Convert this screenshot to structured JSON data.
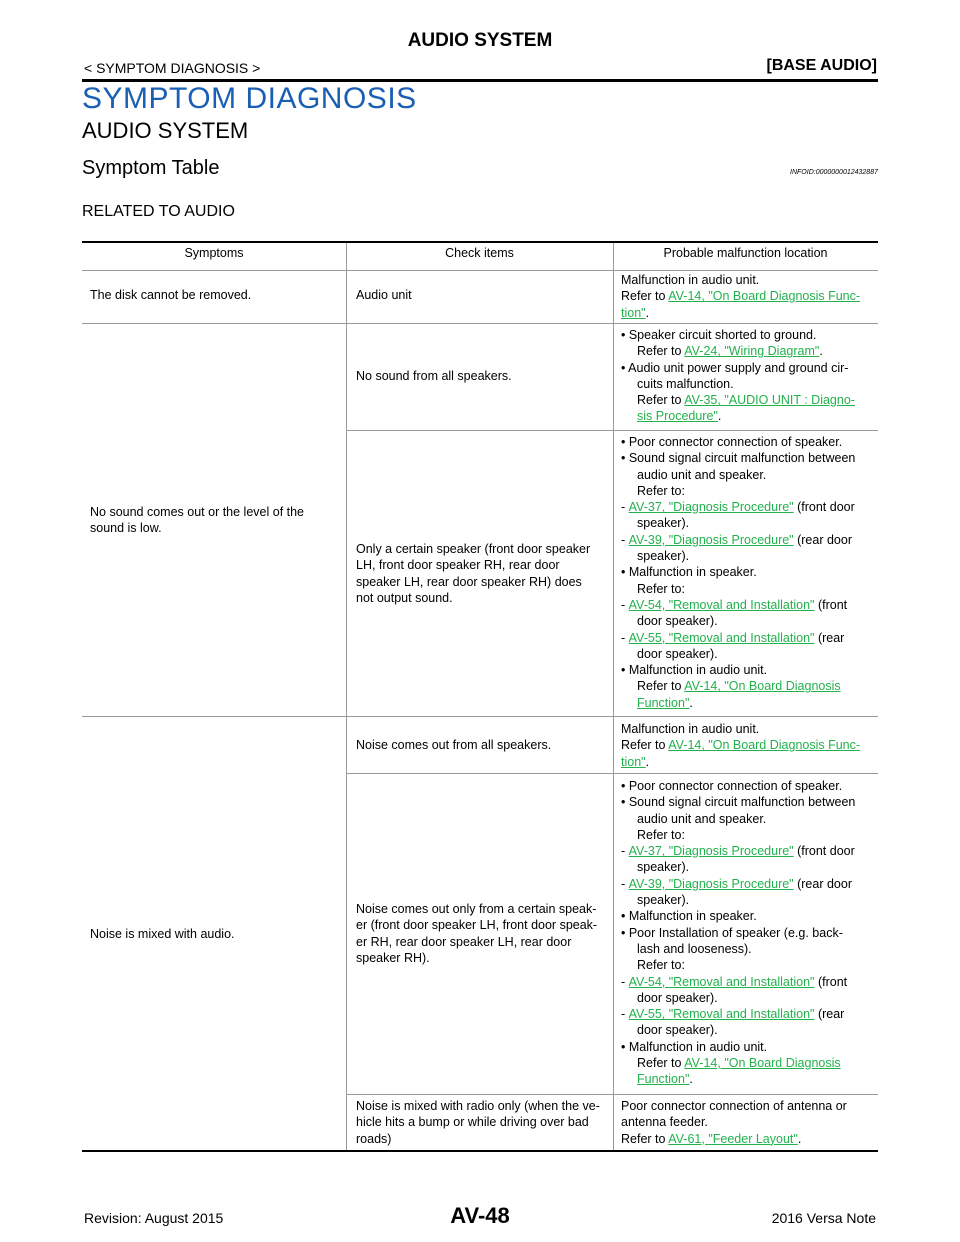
{
  "header": {
    "title": "AUDIO SYSTEM",
    "section": "< SYMPTOM DIAGNOSIS >",
    "tag": "[BASE AUDIO]"
  },
  "section_title": "SYMPTOM DIAGNOSIS",
  "subsection_title": "AUDIO SYSTEM",
  "topic_title": "Symptom Table",
  "infoid": "INFOID:0000000012432887",
  "related_heading": "RELATED TO AUDIO",
  "table": {
    "headers": [
      "Symptoms",
      "Check items",
      "Probable malfunction location"
    ],
    "r1": {
      "symptom": "The disk cannot be removed.",
      "check": "Audio unit",
      "t1": "Malfunction in audio unit.",
      "t2": "Refer to ",
      "link_a": "AV-14, \"On Board Diagnosis Func-",
      "link_b": "tion\"",
      "end": "."
    },
    "sym_no_sound_1": "No sound comes out or the level of the",
    "sym_no_sound_2": "sound is low.",
    "r2": {
      "check": "No sound from all speakers.",
      "b1": "• Speaker circuit shorted to ground.",
      "b1_ref": "Refer to ",
      "b1_link": "AV-24, \"Wiring Diagram\"",
      "b2a": "• Audio unit power supply and ground cir-",
      "b2b": "cuits malfunction.",
      "b2_ref": "Refer to ",
      "b2_link_a": "AV-35, \"AUDIO UNIT : Diagno-",
      "b2_link_b": "sis Procedure\"",
      "end": "."
    },
    "r3": {
      "check_1": "Only a certain speaker (front door speaker",
      "check_2": "LH, front door speaker RH, rear door",
      "check_3": "speaker LH, rear door speaker RH) does",
      "check_4": "not output sound.",
      "l1": "• Poor connector connection of speaker.",
      "l2": "• Sound signal circuit malfunction between",
      "l3": "audio unit and speaker.",
      "l4": "Refer to:",
      "d1_link": "AV-37, \"Diagnosis Procedure\"",
      "d1_tail": " (front door",
      "d1_next": "speaker).",
      "d2_link": "AV-39, \"Diagnosis Procedure\"",
      "d2_tail": " (rear door",
      "d2_next": "speaker).",
      "l5": "• Malfunction in speaker.",
      "l6": "Refer to:",
      "d3_link": "AV-54, \"Removal and Installation\"",
      "d3_tail": " (front",
      "d3_next": "door speaker).",
      "d4_link": "AV-55, \"Removal and Installation\"",
      "d4_tail": " (rear",
      "d4_next": "door speaker).",
      "l7": "• Malfunction in audio unit.",
      "l8_ref": "Refer to ",
      "l8_link_a": "AV-14, \"On Board Diagnosis ",
      "l8_link_b": "Function\"",
      "end": "."
    },
    "sym_noise": "Noise is mixed with audio.",
    "r4": {
      "check": "Noise comes out from all speakers.",
      "t1": "Malfunction in audio unit.",
      "t2": "Refer to ",
      "link_a": "AV-14, \"On Board Diagnosis Func-",
      "link_b": "tion\"",
      "end": "."
    },
    "r5": {
      "check_1": "Noise comes out only from a certain speak-",
      "check_2": "er (front door speaker LH, front door speak-",
      "check_3": "er RH, rear door speaker LH, rear door",
      "check_4": "speaker RH).",
      "l1": "• Poor connector connection of speaker.",
      "l2": "• Sound signal circuit malfunction between",
      "l3": "audio unit and speaker.",
      "l4": "Refer to:",
      "d1_link": "AV-37, \"Diagnosis Procedure\"",
      "d1_tail": " (front door",
      "d1_next": "speaker).",
      "d2_link": "AV-39, \"Diagnosis Procedure\"",
      "d2_tail": " (rear door",
      "d2_next": "speaker).",
      "l5": "• Malfunction in speaker.",
      "l6": "• Poor Installation of speaker (e.g. back-",
      "l7": "lash and looseness).",
      "l8": "Refer to:",
      "d3_link": "AV-54, \"Removal and Installation\"",
      "d3_tail": " (front",
      "d3_next": "door speaker).",
      "d4_link": "AV-55, \"Removal and Installation\"",
      "d4_tail": " (rear",
      "d4_next": "door speaker).",
      "l9": "• Malfunction in audio unit.",
      "l10_ref": "Refer to ",
      "l10_link_a": "AV-14, \"On Board Diagnosis ",
      "l10_link_b": "Function\"",
      "end": "."
    },
    "r6": {
      "check_1": "Noise is mixed with radio only (when the ve-",
      "check_2": "hicle hits a bump or while driving over bad",
      "check_3": "roads)",
      "t1": "Poor connector connection of antenna or",
      "t2": "antenna feeder.",
      "t3_ref": "Refer to ",
      "link": "AV-61, \"Feeder Layout\"",
      "end": "."
    }
  },
  "footer": {
    "page_number": "AV-48",
    "revision": "Revision: August 2015",
    "model": "2016 Versa Note"
  }
}
